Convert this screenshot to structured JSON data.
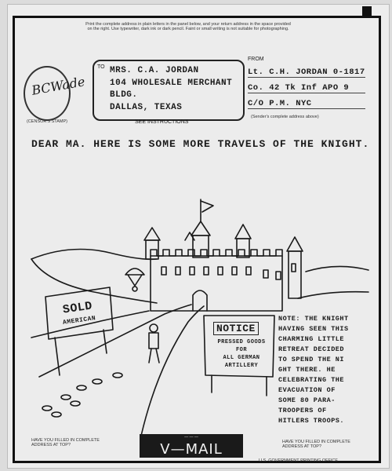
{
  "form": {
    "instructions_line1": "Print the complete address in plain letters in the panel below, and your return address in the space provided",
    "instructions_line2": "on the right. Use typewriter, dark ink or dark pencil. Faint or small writing is not suitable for photographing.",
    "censor_label": "(CENSOR'S STAMP)",
    "censor_signature": "BCWade",
    "to_label": "TO",
    "see_instructions": "SEE INSTRUCTIONS",
    "from_label": "FROM",
    "from_sub_label": "(Sender's complete address above)",
    "bottom_left": "HAVE YOU FILLED IN COMPLETE ADDRESS AT TOP?",
    "bottom_right": "HAVE YOU FILLED IN COMPLETE ADDRESS AT TOP?",
    "vmail_top": "— — —",
    "vmail_text": "V—MAIL",
    "footer_strip": "U.S. GOVERNMENT PRINTING OFFICE"
  },
  "to_address": {
    "line1": "MRS. C.A. JORDAN",
    "line2": "104 WHOLESALE MERCHANT",
    "line3": "BLDG.",
    "line4": "DALLAS, TEXAS"
  },
  "from_address": {
    "line1": "Lt. C.H. JORDAN 0-1817",
    "line2": "Co. 42 Tk Inf APO 9",
    "line3": "C/O P.M. NYC"
  },
  "letter": {
    "greeting": "DEAR MA. HERE IS SOME MORE TRAVELS OF THE KNIGHT.",
    "sold_sign_title": "SOLD",
    "sold_sign_sub": "AMERICAN",
    "notice_title": "NOTICE",
    "notice_line1": "PRESSED GOODS",
    "notice_line2": "FOR",
    "notice_line3": "ALL GERMAN",
    "notice_line4": "ARTILLERY",
    "notes": [
      "NOTE: THE KNIGHT",
      "HAVING SEEN THIS",
      "CHARMING LITTLE",
      "RETREAT DECIDED",
      "TO SPEND THE NI",
      "GHT THERE. HE",
      "CELEBRATING THE",
      "EVACUATION OF",
      "SOME 80 PARA-",
      "TROOPERS OF",
      "HITLERS TROOPS."
    ]
  }
}
